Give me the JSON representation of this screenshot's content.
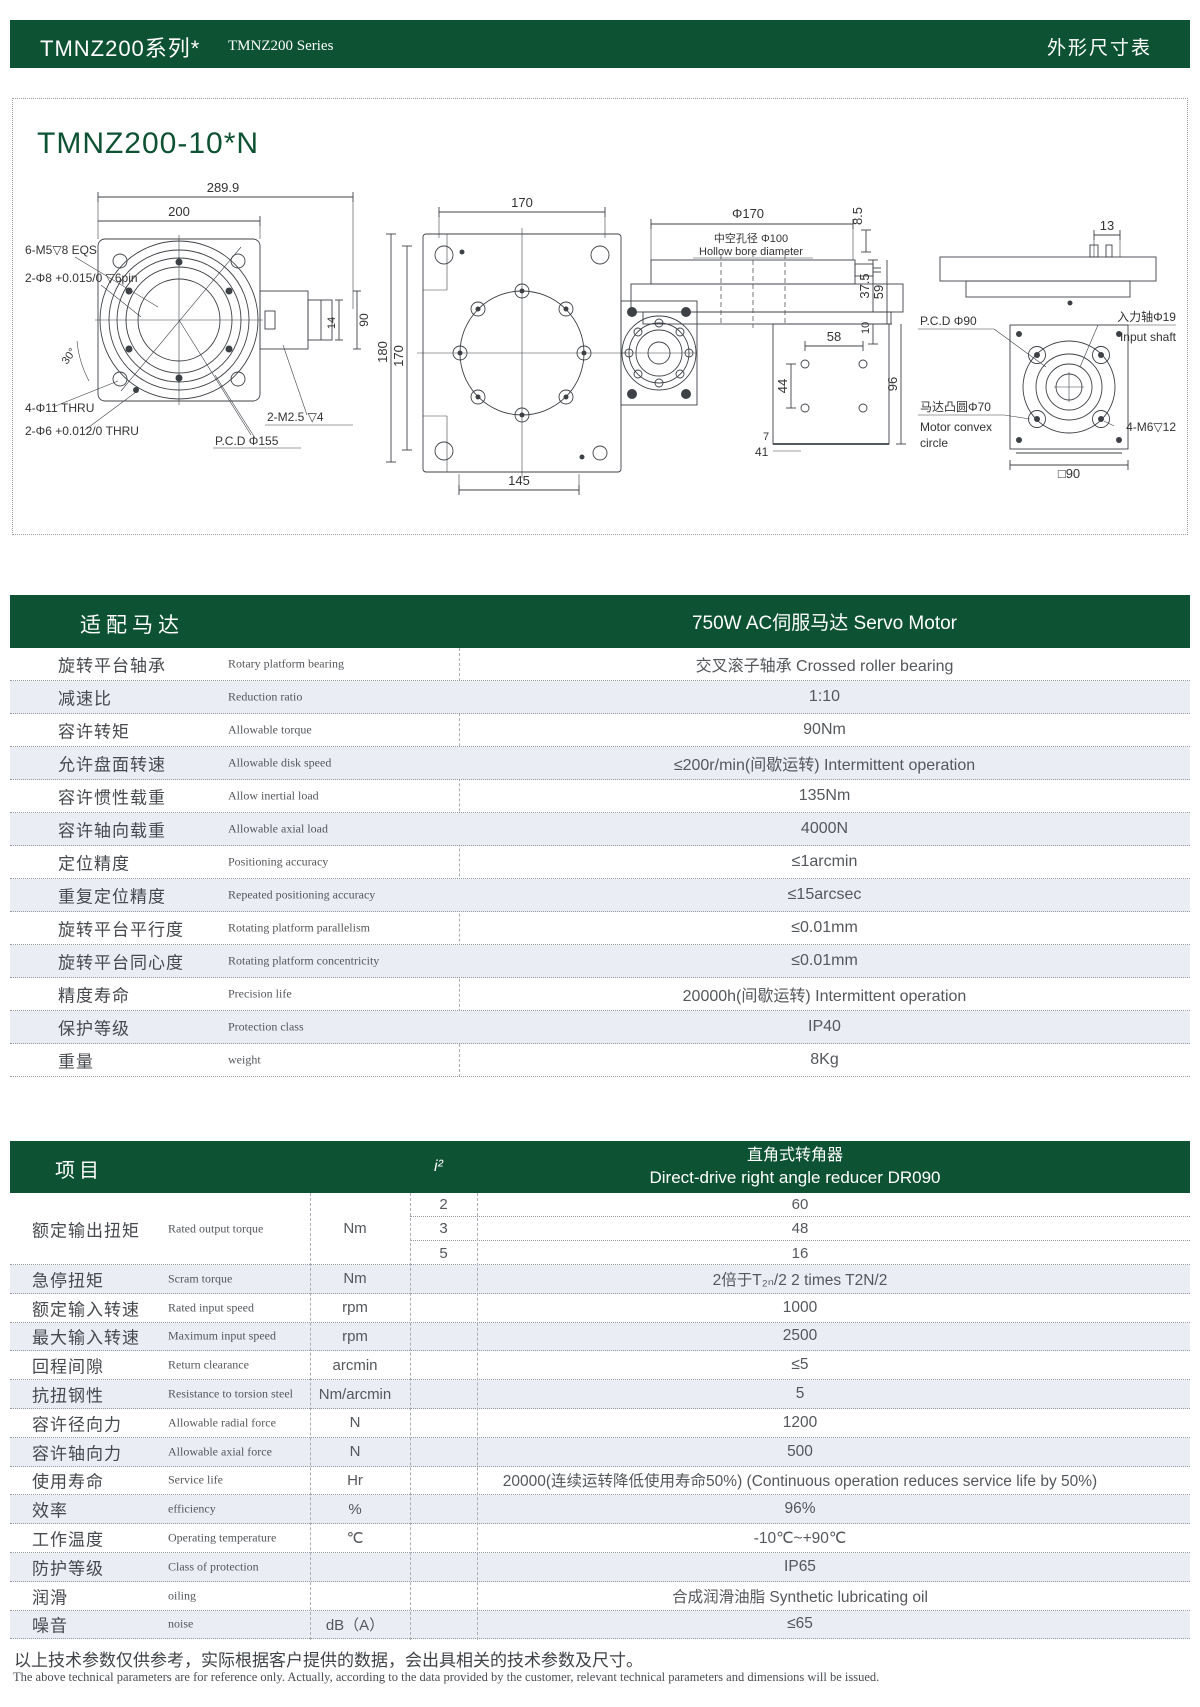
{
  "colors": {
    "green": "#0d5232",
    "stripe": "#eaeef4"
  },
  "header": {
    "cn": "TMNZ200系列*",
    "en": "TMNZ200 Series",
    "right": "外形尺寸表"
  },
  "drawing": {
    "model": "TMNZ200-10*N",
    "v1": {
      "dim_w": "289.9",
      "dim_w2": "200",
      "label_eqs": "6-M5▽8 EQS",
      "label_pin": "2-Φ8 +0.015/0 ▽6pin",
      "label_angle": "30°",
      "label_thru1": "4-Φ11 THRU",
      "label_thru2": "2-Φ6 +0.012/0 THRU",
      "label_m25": "2-M2.5 ▽4",
      "label_pcd": "P.C.D Φ155",
      "dim_14": "14",
      "dim_90": "90"
    },
    "v2": {
      "dim_top": "170",
      "dim_l1": "180",
      "dim_l2": "170",
      "dim_bottom": "145"
    },
    "v3": {
      "dim_d170": "Φ170",
      "dim_85": "8.5",
      "bore_cn": "中空孔径 Φ100",
      "bore_en": "Hollow bore diameter",
      "dim_375": "37.5",
      "dim_59": "59",
      "dim_58": "58",
      "dim_44": "44",
      "dim_10": "10",
      "dim_96": "96",
      "dim_7": "7",
      "dim_41": "41"
    },
    "v4": {
      "dim_13": "13",
      "label_pcd": "P.C.D Φ90",
      "label_shaft_cn": "入力轴Φ19",
      "label_shaft_en": "Input shaft",
      "label_convex_cn": "马达凸圆Φ70",
      "label_convex_en1": "Motor convex",
      "label_convex_en2": "circle",
      "label_m6": "4-M6▽12",
      "dim_sq90": "□90"
    }
  },
  "table1": {
    "title": "适配马达",
    "motor": "750W  AC伺服马达 Servo Motor",
    "rows": [
      {
        "cn": "旋转平台轴承",
        "en": "Rotary platform bearing",
        "value": "交叉滚子轴承  Crossed roller bearing"
      },
      {
        "cn": "减速比",
        "en": "Reduction ratio",
        "value": "1:10"
      },
      {
        "cn": "容许转矩",
        "en": "Allowable torque",
        "value": "90Nm"
      },
      {
        "cn": "允许盘面转速",
        "en": "Allowable disk speed",
        "value": "≤200r/min(间歇运转)  Intermittent operation"
      },
      {
        "cn": "容许惯性载重",
        "en": "Allow inertial load",
        "value": "135Nm"
      },
      {
        "cn": "容许轴向载重",
        "en": "Allowable axial load",
        "value": "4000N"
      },
      {
        "cn": "定位精度",
        "en": "Positioning accuracy",
        "value": "≤1arcmin"
      },
      {
        "cn": "重复定位精度",
        "en": "Repeated positioning accuracy",
        "value": "≤15arcsec"
      },
      {
        "cn": "旋转平台平行度",
        "en": "Rotating platform parallelism",
        "value": "≤0.01mm"
      },
      {
        "cn": "旋转平台同心度",
        "en": "Rotating platform concentricity",
        "value": "≤0.01mm"
      },
      {
        "cn": "精度寿命",
        "en": "Precision life",
        "value": "20000h(间歇运转)  Intermittent operation"
      },
      {
        "cn": "保护等级",
        "en": "Protection class",
        "value": "IP40"
      },
      {
        "cn": "重量",
        "en": "weight",
        "value": "8Kg"
      }
    ]
  },
  "table2": {
    "col_item": "项目",
    "col_i": "i²",
    "title_cn": "直角式转角器",
    "title_en": "Direct-drive right angle reducer DR090",
    "torque": {
      "cn": "额定输出扭矩",
      "en": "Rated output torque",
      "unit": "Nm",
      "subs": [
        {
          "i": "2",
          "v": "60"
        },
        {
          "i": "3",
          "v": "48"
        },
        {
          "i": "5",
          "v": "16"
        }
      ]
    },
    "rows": [
      {
        "cn": "急停扭矩",
        "en": "Scram torque",
        "unit": "Nm",
        "value": "2倍于T₂ₙ/2   2 times T2N/2"
      },
      {
        "cn": "额定输入转速",
        "en": "Rated input speed",
        "unit": "rpm",
        "value": "1000"
      },
      {
        "cn": "最大输入转速",
        "en": "Maximum input speed",
        "unit": "rpm",
        "value": "2500"
      },
      {
        "cn": "回程间隙",
        "en": "Return clearance",
        "unit": "arcmin",
        "value": "≤5"
      },
      {
        "cn": "抗扭钢性",
        "en": "Resistance to torsion steel",
        "unit": "Nm/arcmin",
        "value": "5"
      },
      {
        "cn": "容许径向力",
        "en": "Allowable radial force",
        "unit": "N",
        "value": "1200"
      },
      {
        "cn": "容许轴向力",
        "en": "Allowable axial force",
        "unit": "N",
        "value": "500"
      },
      {
        "cn": "使用寿命",
        "en": "Service life",
        "unit": "Hr",
        "value": "20000(连续运转降低使用寿命50%)   (Continuous operation reduces service life by 50%)"
      },
      {
        "cn": "效率",
        "en": "efficiency",
        "unit": "%",
        "value": "96%"
      },
      {
        "cn": "工作温度",
        "en": "Operating temperature",
        "unit": "℃",
        "value": "-10℃~+90℃"
      },
      {
        "cn": "防护等级",
        "en": "Class of protection",
        "unit": "",
        "value": "IP65"
      },
      {
        "cn": "润滑",
        "en": "oiling",
        "unit": "",
        "value": "合成润滑油脂  Synthetic lubricating oil"
      },
      {
        "cn": "噪音",
        "en": "noise",
        "unit": "dB（A）",
        "value": "≤65"
      }
    ]
  },
  "footer": {
    "cn": "以上技术参数仅供参考，实际根据客户提供的数据，会出具相关的技术参数及尺寸。",
    "en": "The above technical parameters are for reference only. Actually, according to the data provided by the customer, relevant technical parameters and dimensions will be issued."
  }
}
